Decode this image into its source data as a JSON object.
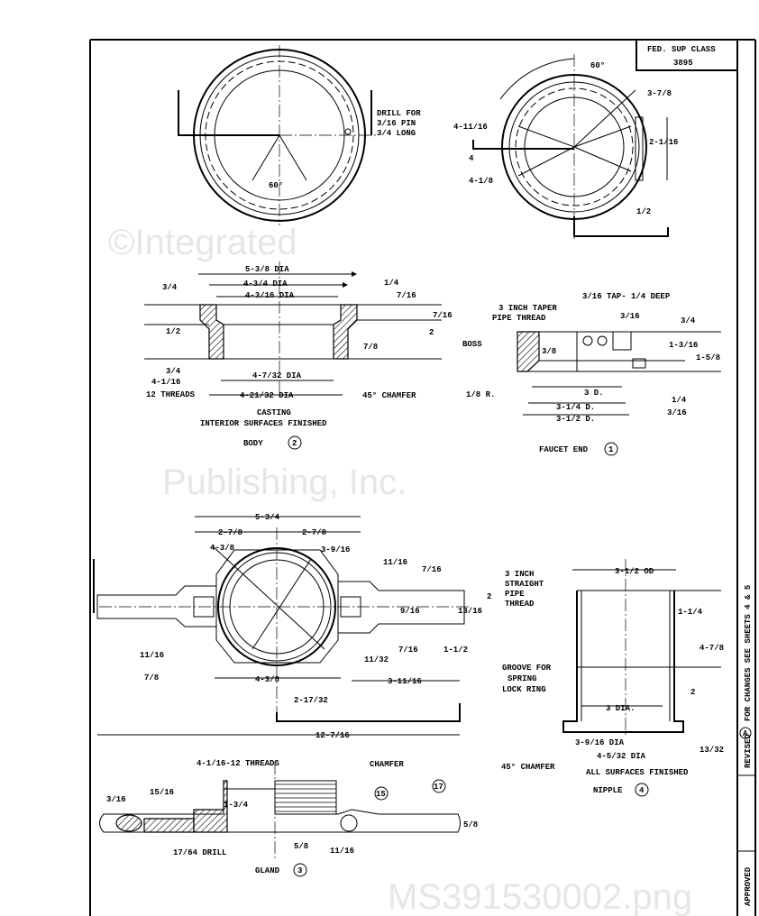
{
  "title_block": {
    "label": "FED. SUP CLASS",
    "value": "3895"
  },
  "revision_strip": {
    "changes": "FOR CHANGES SEE SHEETS 4 & 5",
    "rev_mark": "A",
    "revised": "REVISED",
    "approved": "APPROVED"
  },
  "watermark": [
    "©Integrated",
    "Publishing, Inc.",
    "MS391530002.png"
  ],
  "body_top_view": {
    "drill_note": [
      "DRILL FOR",
      "3/16 PIN",
      "3/4 LONG"
    ],
    "angle": "60°"
  },
  "faucet_top_view": {
    "angle": "60°",
    "d1": "3-7/8",
    "d2": "4-11/16",
    "d3": "2-1/16",
    "d4": "4",
    "d5": "4-1/8",
    "d6": "1/2"
  },
  "body_section": {
    "dims": {
      "od": "5-3/8 DIA",
      "d2": "4-3/4 DIA",
      "d3": "4-3/16 DIA",
      "left_top": "3/4",
      "r1": "1/4",
      "r2": "7/16",
      "r3": "7/16",
      "left_mid": "1/2",
      "r4": "2",
      "r5": "7/8",
      "left_low": "3/4",
      "thread_size": "4-1/16",
      "threads": "12 THREADS",
      "id1": "4-7/32 DIA",
      "id2": "4-21/32 DIA",
      "chamfer": "45° CHAMFER"
    },
    "note": [
      "CASTING",
      "INTERIOR SURFACES FINISHED"
    ],
    "caption": "BODY",
    "item": "2"
  },
  "faucet_section": {
    "dims": {
      "thread": [
        "3 INCH TAPER",
        "PIPE THREAD"
      ],
      "tap": "3/16 TAP- 1/4 DEEP",
      "a": "3/16",
      "b": "3/4",
      "boss": "BOSS",
      "c": "1-3/16",
      "d": "1-5/8",
      "e": "3/8",
      "radius": "1/8 R.",
      "f": "3 D.",
      "g": "3-1/4 D.",
      "h": "3-1/2 D.",
      "i": "1/4",
      "j": "3/16"
    },
    "caption": "FAUCET END",
    "item": "1"
  },
  "assembly_view": {
    "dims": {
      "overall": "5-3/4",
      "half_l": "2-7/8",
      "half_r": "2-7/8",
      "dia_top": "4-3/8",
      "rad": "3-9/16",
      "a": "11/16",
      "b": "7/16",
      "c": "2",
      "d": "9/16",
      "e": "13/16",
      "f": "11/16",
      "g": "7/16",
      "h": "1-1/2",
      "i": "11/32",
      "j": "7/8",
      "dia_bot": "4-3/8",
      "k": "3-11/16",
      "l": "2-17/32",
      "length": "12-7/16"
    }
  },
  "gland": {
    "dims": {
      "thread": "4-1/16-12 THREADS",
      "chamfer": "CHAMFER",
      "a": "15/16",
      "b": "3/16",
      "c": "1-3/4",
      "d": "5/8",
      "e": "5/8",
      "f": "11/16",
      "drill": "17/64 DRILL"
    },
    "refs": [
      "15",
      "17"
    ],
    "caption": "GLAND",
    "item": "3"
  },
  "nipple": {
    "dims": {
      "od": "3-1/2 OD",
      "thread": [
        "3 INCH",
        "STRAIGHT",
        "PIPE",
        "THREAD"
      ],
      "a": "1-1/4",
      "b": "4-7/8",
      "groove": [
        "GROOVE FOR",
        "SPRING",
        "LOCK RING"
      ],
      "c": "2",
      "id": "3 DIA.",
      "d1": "3-9/16 DIA",
      "e": "13/32",
      "d2": "4-5/32 DIA",
      "chamfer": "45° CHAMFER"
    },
    "note": "ALL SURFACES FINISHED",
    "caption": "NIPPLE",
    "item": "4"
  }
}
